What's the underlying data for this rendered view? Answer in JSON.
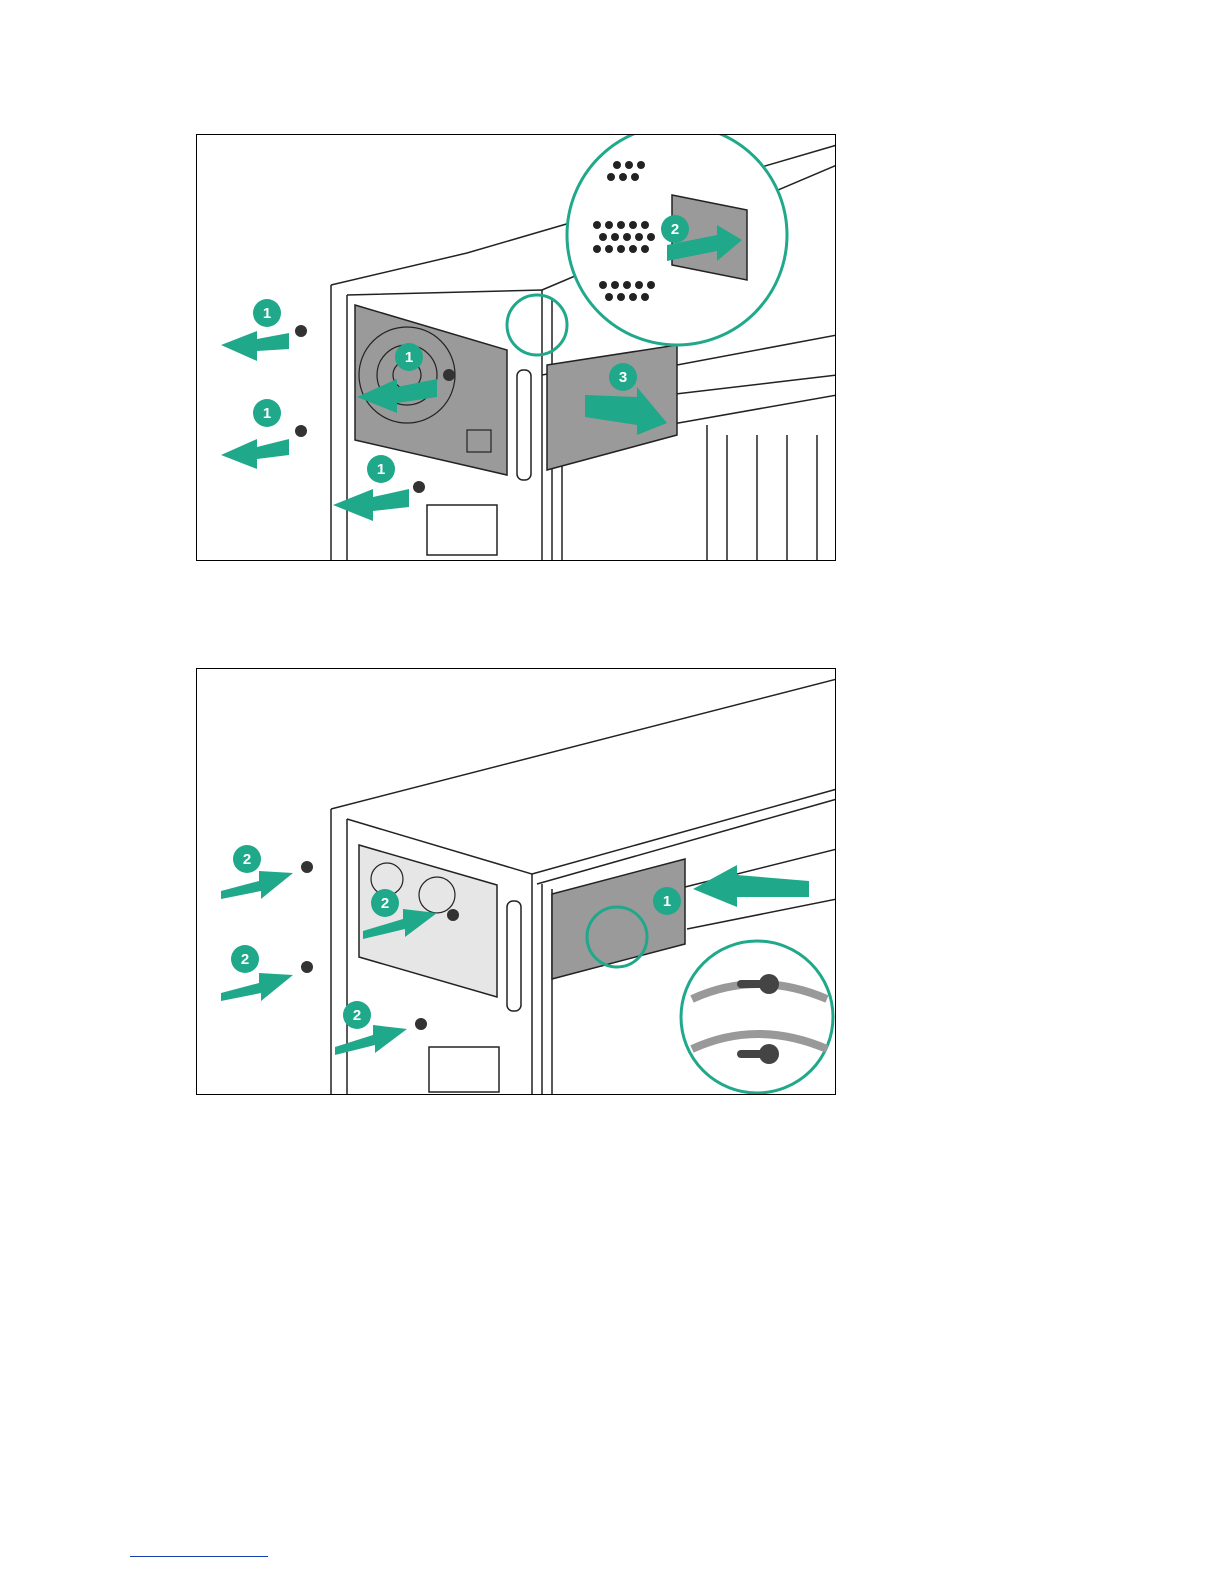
{
  "figure_1": {
    "callouts": [
      "1",
      "1",
      "1",
      "1",
      "2",
      "3"
    ]
  },
  "figure_2": {
    "callouts": [
      "2",
      "2",
      "2",
      "2",
      "1"
    ]
  },
  "colors": {
    "accent": "#1fa88a",
    "line": "#222222",
    "panel": "#9a9a9a",
    "footer_rule": "#1a3fb3"
  }
}
